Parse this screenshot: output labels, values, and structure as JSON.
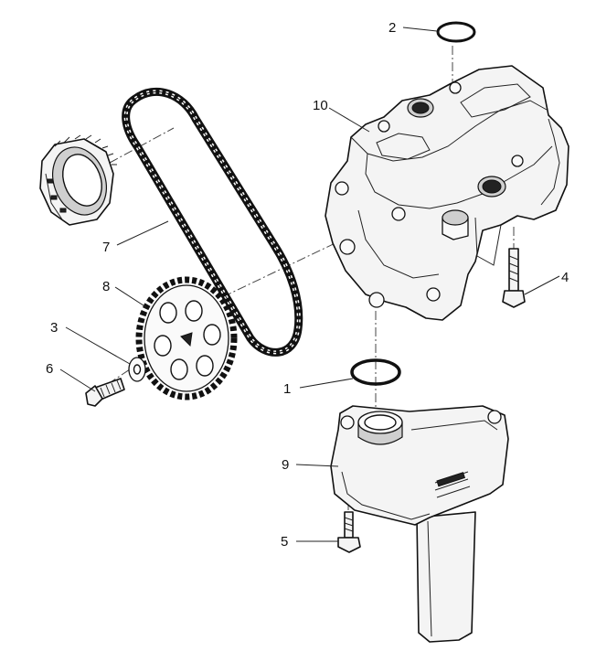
{
  "callouts": [
    {
      "id": "1",
      "label": "1"
    },
    {
      "id": "2",
      "label": "2"
    },
    {
      "id": "3",
      "label": "3"
    },
    {
      "id": "4",
      "label": "4"
    },
    {
      "id": "5",
      "label": "5"
    },
    {
      "id": "6",
      "label": "6"
    },
    {
      "id": "7",
      "label": "7"
    },
    {
      "id": "8",
      "label": "8"
    },
    {
      "id": "9",
      "label": "9"
    },
    {
      "id": "10",
      "label": "10"
    }
  ],
  "parts": {
    "o_ring_lower": "o-ring",
    "o_ring_upper": "o-ring",
    "washer": "washer",
    "bolt_pump": "bolt",
    "bolt_pickup": "bolt",
    "bolt_sprocket": "bolt",
    "drive_chain": "chain",
    "pump_sprocket": "sprocket",
    "oil_pickup": "pickup",
    "oil_pump": "pump",
    "crank_sprocket": "crank sprocket"
  }
}
